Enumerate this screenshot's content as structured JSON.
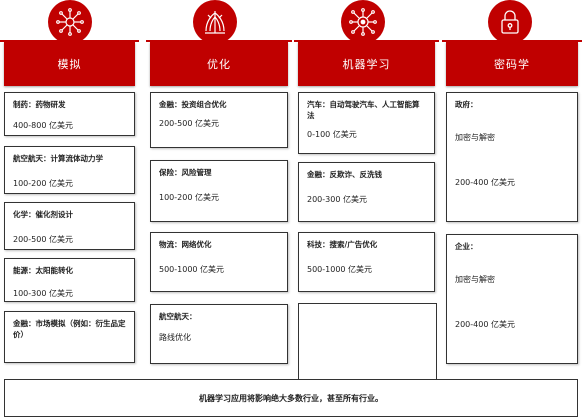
{
  "colors": {
    "accent": "#c00000",
    "border": "#333333"
  },
  "columns": [
    {
      "icon": "atom-network-icon",
      "title": "模拟",
      "items": [
        {
          "label": "制药：药物研发",
          "value": "400-800 亿美元"
        },
        {
          "label": "航空航天：计算流体动力学",
          "value": "100-200 亿美元"
        },
        {
          "label": "化学：催化剂设计",
          "value": "200-500 亿美元"
        },
        {
          "label": "能源：太阳能转化",
          "value": "100-300 亿美元"
        },
        {
          "label": "金融：市场模拟（例如：衍生品定价）",
          "value": ""
        }
      ]
    },
    {
      "icon": "optimization-icon",
      "title": "优化",
      "items": [
        {
          "label": "金融：投资组合优化",
          "value": "200-500 亿美元"
        },
        {
          "label": "保险：风险管理",
          "value": "100-200 亿美元"
        },
        {
          "label": "物流：网络优化",
          "value": "500-1000 亿美元"
        },
        {
          "label": "航空航天：",
          "value": "路线优化"
        }
      ]
    },
    {
      "icon": "neural-network-icon",
      "title": "机器学习",
      "items": [
        {
          "label": "汽车：自动驾驶汽车、人工智能算法",
          "value": "0-100 亿美元"
        },
        {
          "label": "金融：反欺诈、反洗钱",
          "value": "200-300 亿美元"
        },
        {
          "label": "科技：搜索/广告优化",
          "value": "500-1000 亿美元"
        }
      ]
    },
    {
      "icon": "lock-icon",
      "title": "密码学",
      "items": [
        {
          "label": "政府：",
          "sub": "加密与解密",
          "value": "200-400 亿美元"
        },
        {
          "label": "企业：",
          "sub": "加密与解密",
          "value": "200-400 亿美元"
        }
      ]
    }
  ],
  "footer": {
    "text": "机器学习应用将影响绝大多数行业，甚至所有行业。"
  }
}
